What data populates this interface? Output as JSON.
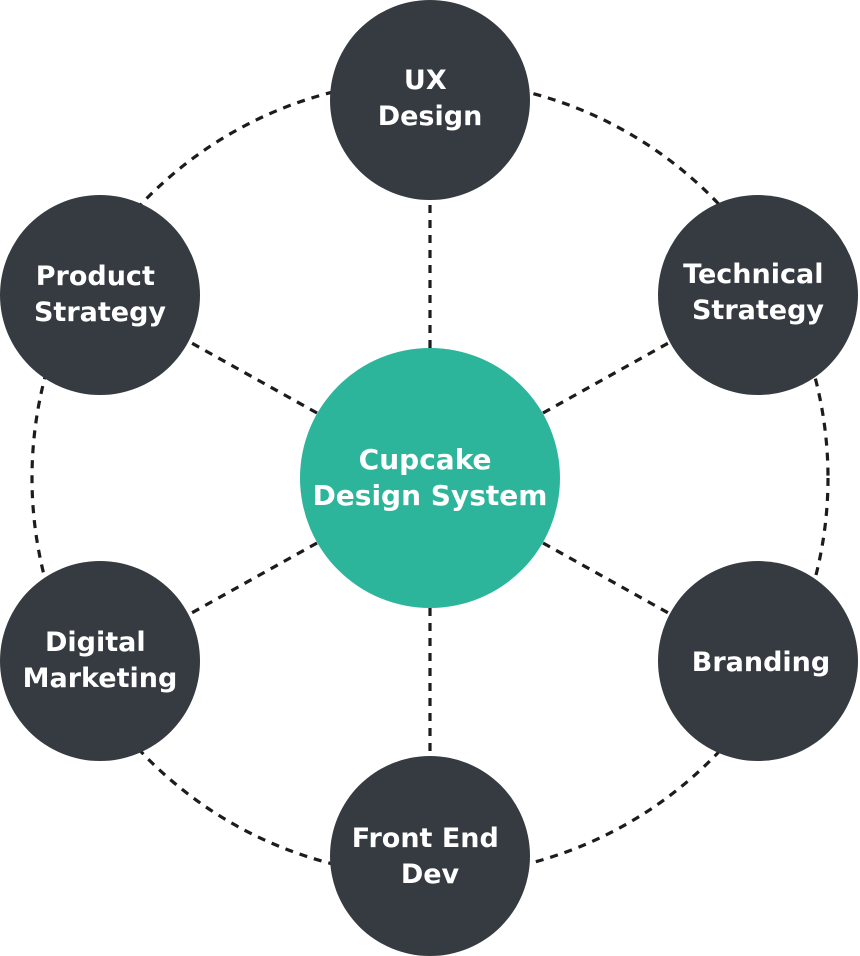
{
  "diagram": {
    "center": {
      "lines": [
        "Cupcake",
        "Design System"
      ],
      "color": "#2db59b"
    },
    "node_color": "#353b40",
    "connector_color": "#1c1c1c",
    "nodes": [
      {
        "id": "ux-design",
        "lines": [
          "UX",
          "Design"
        ]
      },
      {
        "id": "technical-strategy",
        "lines": [
          "Technical",
          "Strategy"
        ]
      },
      {
        "id": "branding",
        "lines": [
          "Branding"
        ]
      },
      {
        "id": "front-end-dev",
        "lines": [
          "Front End",
          "Dev"
        ]
      },
      {
        "id": "digital-marketing",
        "lines": [
          "Digital",
          "Marketing"
        ]
      },
      {
        "id": "product-strategy",
        "lines": [
          "Product",
          "Strategy"
        ]
      }
    ]
  }
}
